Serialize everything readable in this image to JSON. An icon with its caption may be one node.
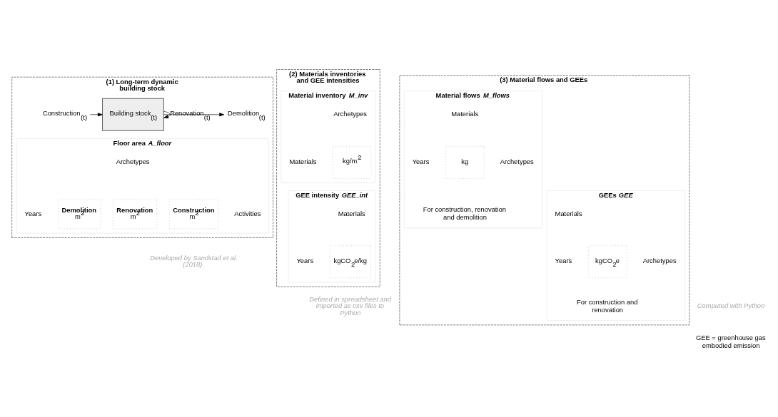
{
  "diagram": {
    "nodes": [
      {
        "text": [
          "(1) Long-term dynamic building stock"
        ],
        "beside": [
          "Developed by Sandstad et al. (2018)."
        ]
      },
      {
        "text": [
          "Building stock$_{(t)}$"
        ],
        "in": 0
      },
      {
        "text": [
          "Construction$_{(t)}$"
        ],
        "in": 0
      },
      {
        "text": [
          "Demolition$_{(t)}$"
        ],
        "in": 0
      },
      {
        "text": [
          "Floor area *A_floor*"
        ],
        "in": 0
      },
      {
        "text": [
          "Demolition",
          "m$^{2}$"
        ],
        "in": 4
      },
      {
        "text": [
          "Renovation",
          "m$^{2}$"
        ],
        "in": 4
      },
      {
        "text": [
          "Construction",
          "m$^{2}$"
        ],
        "in": 4
      },
      {
        "text": [
          "(2) Materials inventories and GEE intensities"
        ],
        "beside": [
          "Defined in spreadsheet and imported as csv files to Python"
        ]
      },
      {
        "text": [
          "Material inventory *M_inv*"
        ],
        "in": 8
      },
      {
        "text": [
          "kg/m$^{2}$"
        ],
        "in": 9
      },
      {
        "text": [
          "GEE intensity *GEE_int*"
        ],
        "in": 8
      },
      {
        "text": [
          "kgCO$_{2}$e/kg"
        ],
        "in": 11
      },
      {
        "text": [
          "(3) Material flows and GEEs"
        ],
        "beside": [
          "Computed with Python"
        ]
      },
      {
        "text": [
          "Material flows *M_flows*"
        ],
        "in": 13,
        "beside": [
          "For construction, renovation and demolition"
        ]
      },
      {
        "text": [
          "kg"
        ],
        "in": 14
      },
      {
        "text": [
          "GEEs *GEE*"
        ],
        "in": 13,
        "beside": [
          "For construction and renovation"
        ]
      },
      {
        "text": [
          "kgCO$_{2}$e"
        ],
        "in": 16
      }
    ],
    "edges": [
      {
        "from": 2,
        "to": 1,
        "arrow": "to"
      },
      {
        "from": 1,
        "to": 3,
        "arrow": "to"
      },
      {
        "from": 1,
        "to": 1,
        "arrow": "to",
        "label": "Renovation$_{(t)}$"
      }
    ],
    "labels": [
      "Archetypes",
      "Activities",
      "Years",
      "Archetypes",
      "Materials",
      "Materials",
      "Years",
      "Materials",
      "Archetypes",
      "Years",
      "Materials",
      "Archetypes",
      "Years",
      "GEE = greenhouse gas embodied emission"
    ]
  }
}
